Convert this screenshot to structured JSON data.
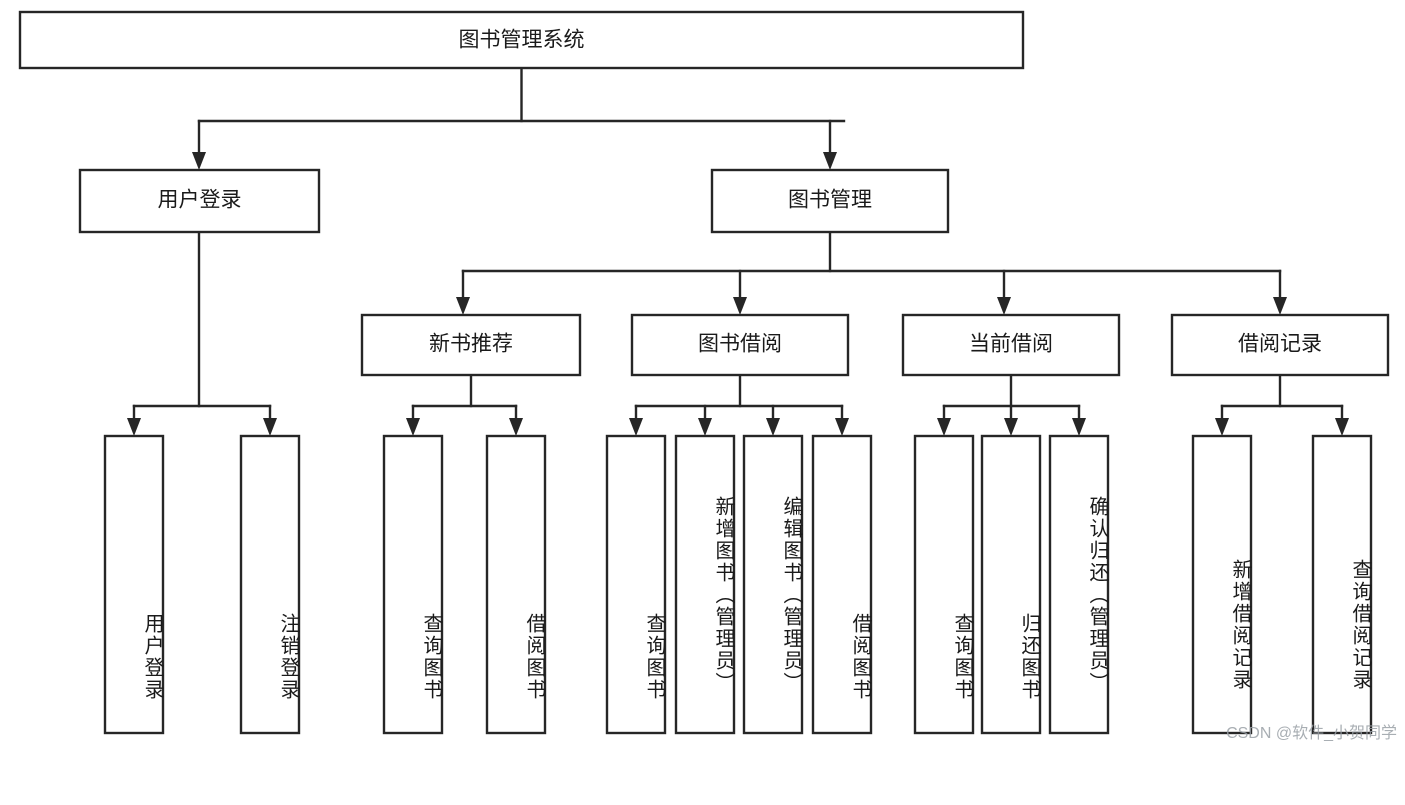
{
  "diagram": {
    "type": "tree",
    "title": "图书管理系统",
    "orientation": "top-down",
    "colors": {
      "box_stroke": "#262626",
      "box_fill": "#ffffff",
      "connector": "#262626",
      "text": "#1a1a1a",
      "watermark": "#9aa0a6"
    },
    "root": {
      "id": "root",
      "label": "图书管理系统",
      "level": 0
    },
    "level1": [
      {
        "id": "user-login",
        "label": "用户登录",
        "level": 1
      },
      {
        "id": "book-manage",
        "label": "图书管理",
        "level": 1
      }
    ],
    "level2": [
      {
        "id": "new-book-recommend",
        "label": "新书推荐",
        "level": 2,
        "parent": "book-manage"
      },
      {
        "id": "book-borrow",
        "label": "图书借阅",
        "level": 2,
        "parent": "book-manage"
      },
      {
        "id": "current-borrow",
        "label": "当前借阅",
        "level": 2,
        "parent": "book-manage"
      },
      {
        "id": "borrow-record",
        "label": "借阅记录",
        "level": 2,
        "parent": "book-manage"
      }
    ],
    "leaves": [
      {
        "id": "leaf-user-login",
        "label": "用户登录",
        "parent": "user-login"
      },
      {
        "id": "leaf-user-logout",
        "label": "注销登录",
        "parent": "user-login"
      },
      {
        "id": "leaf-query-book-1",
        "label": "查询图书",
        "parent": "new-book-recommend"
      },
      {
        "id": "leaf-borrow-book-1",
        "label": "借阅图书",
        "parent": "new-book-recommend"
      },
      {
        "id": "leaf-query-book-2",
        "label": "查询图书",
        "parent": "book-borrow"
      },
      {
        "id": "leaf-add-book",
        "label": "新增图书（管理员）",
        "parent": "book-borrow"
      },
      {
        "id": "leaf-edit-book",
        "label": "编辑图书（管理员）",
        "parent": "book-borrow"
      },
      {
        "id": "leaf-borrow-book-2",
        "label": "借阅图书",
        "parent": "book-borrow"
      },
      {
        "id": "leaf-query-book-3",
        "label": "查询图书",
        "parent": "current-borrow"
      },
      {
        "id": "leaf-return-book",
        "label": "归还图书",
        "parent": "current-borrow"
      },
      {
        "id": "leaf-confirm-return",
        "label": "确认归还（管理员）",
        "parent": "current-borrow"
      },
      {
        "id": "leaf-add-record",
        "label": "新增借阅记录",
        "parent": "borrow-record"
      },
      {
        "id": "leaf-query-record",
        "label": "查询借阅记录",
        "parent": "borrow-record"
      }
    ]
  },
  "watermark": {
    "text": "CSDN @软件_小贺同学"
  }
}
